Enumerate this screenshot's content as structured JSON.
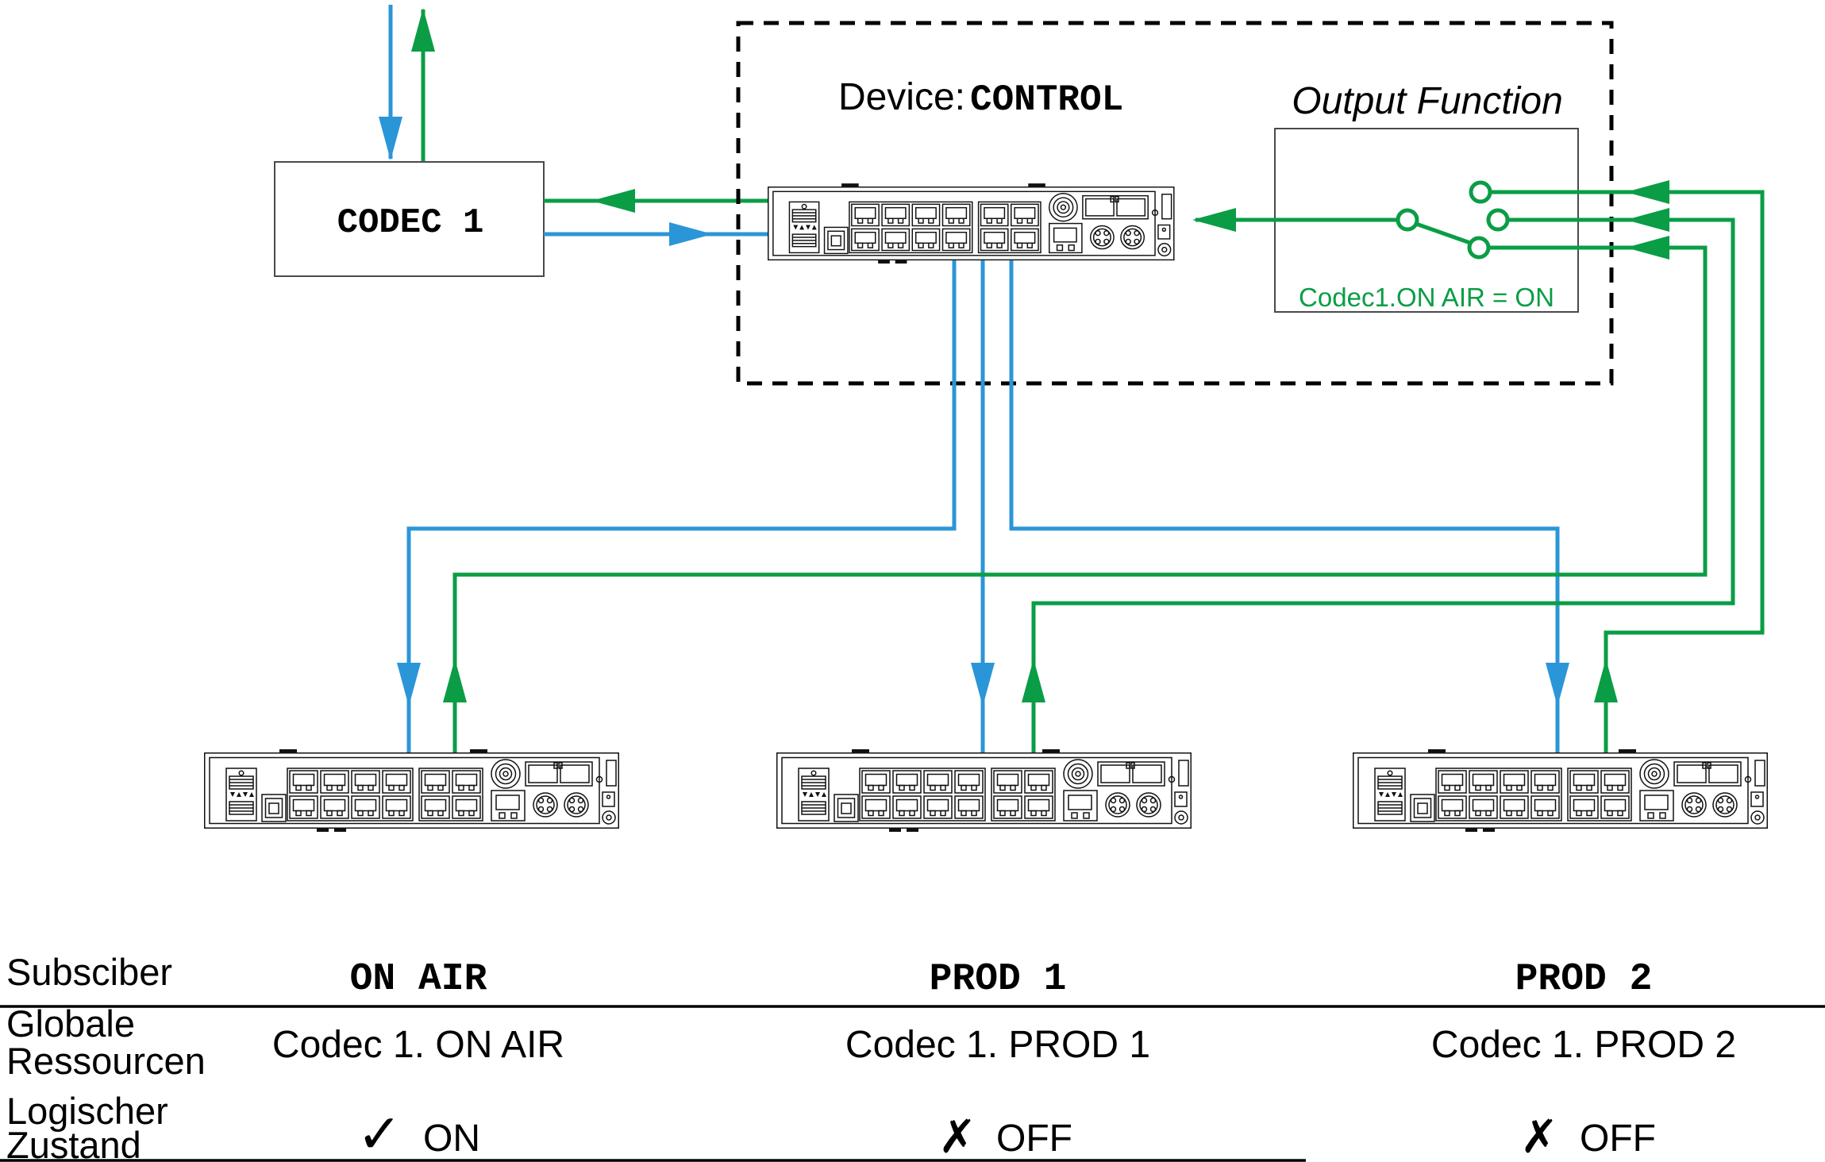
{
  "diagram": {
    "codec": {
      "label": "CODEC 1"
    },
    "control": {
      "prefix": "Device: ",
      "device": "CONTROL"
    },
    "output_function": {
      "title": "Output Function",
      "caption": "Codec1.ON AIR = ON"
    },
    "colors": {
      "to_subscriber_blue": "#2b96d7",
      "from_subscriber_green": "#0a9d45"
    }
  },
  "table": {
    "row_labels": {
      "subscriber": "Subsciber",
      "resources_line1": "Globale",
      "resources_line2": "Ressourcen",
      "state_line1": "Logischer",
      "state_line2": "Zustand"
    },
    "columns": [
      {
        "subscriber": "ON AIR",
        "resource": "Codec 1. ON AIR",
        "state": "ON",
        "state_glyph": "✓"
      },
      {
        "subscriber": "PROD 1",
        "resource": "Codec 1. PROD 1",
        "state": "OFF",
        "state_glyph": "✗"
      },
      {
        "subscriber": "PROD 2",
        "resource": "Codec 1. PROD 2",
        "state": "OFF",
        "state_glyph": "✗"
      }
    ]
  }
}
